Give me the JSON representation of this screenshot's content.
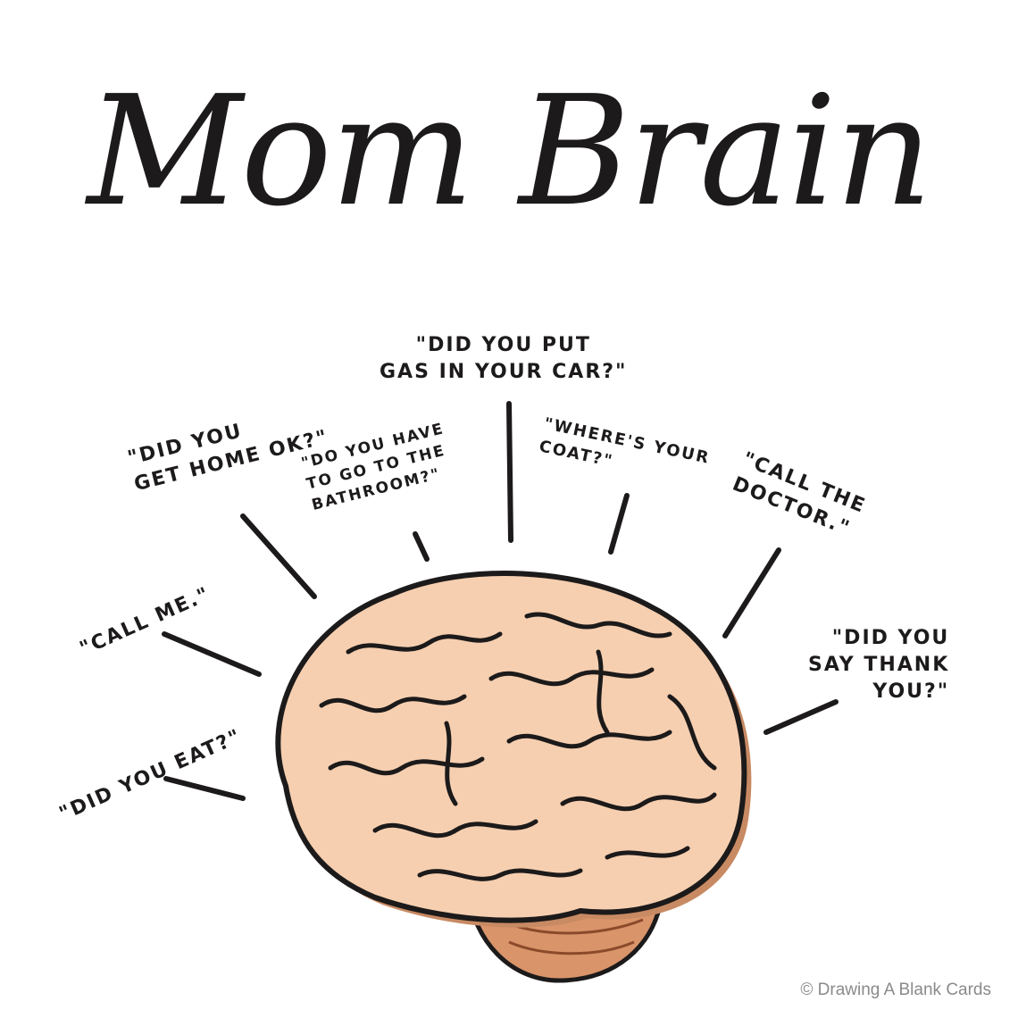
{
  "title": "Mom Brain",
  "quotes": {
    "gas": "\"DID YOU PUT\nGAS IN YOUR CAR?\"",
    "home": "\"DID YOU\nGET HOME OK?\"",
    "bathroom": "\"DO YOU HAVE\nTO GO TO THE\nBATHROOM?\"",
    "coat": "\"WHERE'S YOUR\nCOAT?\"",
    "doctor": "\"CALL THE\nDOCTOR.\"",
    "callme": "\"CALL ME.\"",
    "thank": "\"DID YOU\nSAY THANK\nYOU?\"",
    "eat": "\"DID YOU EAT?\""
  },
  "credit": "© Drawing A Blank Cards",
  "colors": {
    "ink": "#1c1a1a",
    "brain_fill": "#f6cfb0",
    "brain_shadow": "#c88a63",
    "cerebellum": "#d9946a"
  }
}
